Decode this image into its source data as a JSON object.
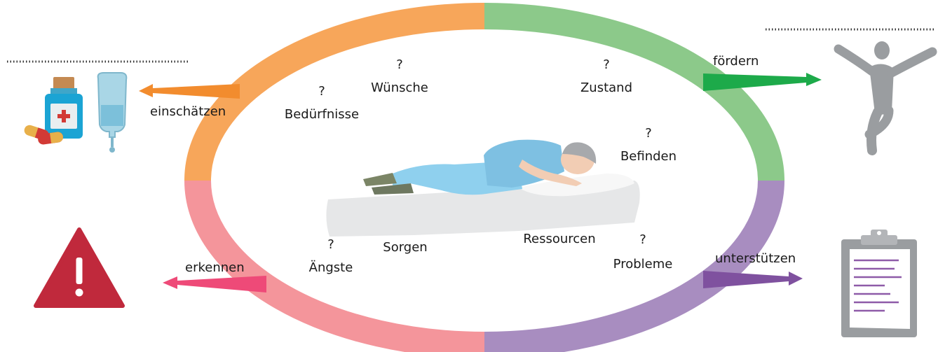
{
  "colors": {
    "orange": "#F7A65A",
    "green": "#8CC98A",
    "pink": "#F4959B",
    "purple": "#A88DC0",
    "orange_arrow": "#F28C2E",
    "green_arrow": "#1DAA4A",
    "pink_arrow": "#EE4A78",
    "purple_arrow": "#7F519F",
    "warning_red": "#C0293C",
    "figure_gray": "#9A9DA0"
  },
  "actions": {
    "assess": "einschätzen",
    "promote": "fördern",
    "recognize": "erkennen",
    "support": "unterstützen"
  },
  "question_mark": "?",
  "questions": {
    "wishes": "Wünsche",
    "condition": "Zustand",
    "needs": "Bedürfnisse",
    "wellbeing": "Befinden",
    "worries": "Sorgen",
    "fears": "Ängste",
    "resources": "Ressourcen",
    "problems": "Probleme"
  },
  "icons": {
    "medication": "medication-icon",
    "iv_bag": "infusion-bag-icon",
    "jumping_person": "jumping-person-icon",
    "warning": "warning-triangle-icon",
    "clipboard": "clipboard-icon",
    "patient": "lying-patient-illustration"
  }
}
